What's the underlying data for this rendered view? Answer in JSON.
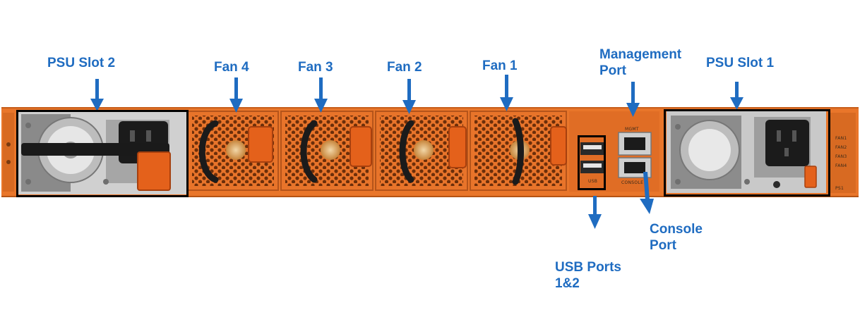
{
  "labels": {
    "psu_slot_2": "PSU Slot 2",
    "fan_4": "Fan 4",
    "fan_3": "Fan 3",
    "fan_2": "Fan 2",
    "fan_1": "Fan 1",
    "management_port_line1": "Management",
    "management_port_line2": "Port",
    "psu_slot_1": "PSU Slot 1",
    "console_port_line1": "Console",
    "console_port_line2": "Port",
    "usb_ports_line1": "USB Ports",
    "usb_ports_line2": "1&2"
  },
  "panel_text": {
    "mgmt": "MGMT",
    "usb": "USB",
    "console": "CONSOLE",
    "fan_leds": [
      "FAN1",
      "FAN2",
      "FAN3",
      "FAN4"
    ],
    "psu": "PS1"
  },
  "colors": {
    "label_blue": "#1f6cc1",
    "chassis_orange": "#e9762a",
    "highlight_black": "#000000"
  }
}
